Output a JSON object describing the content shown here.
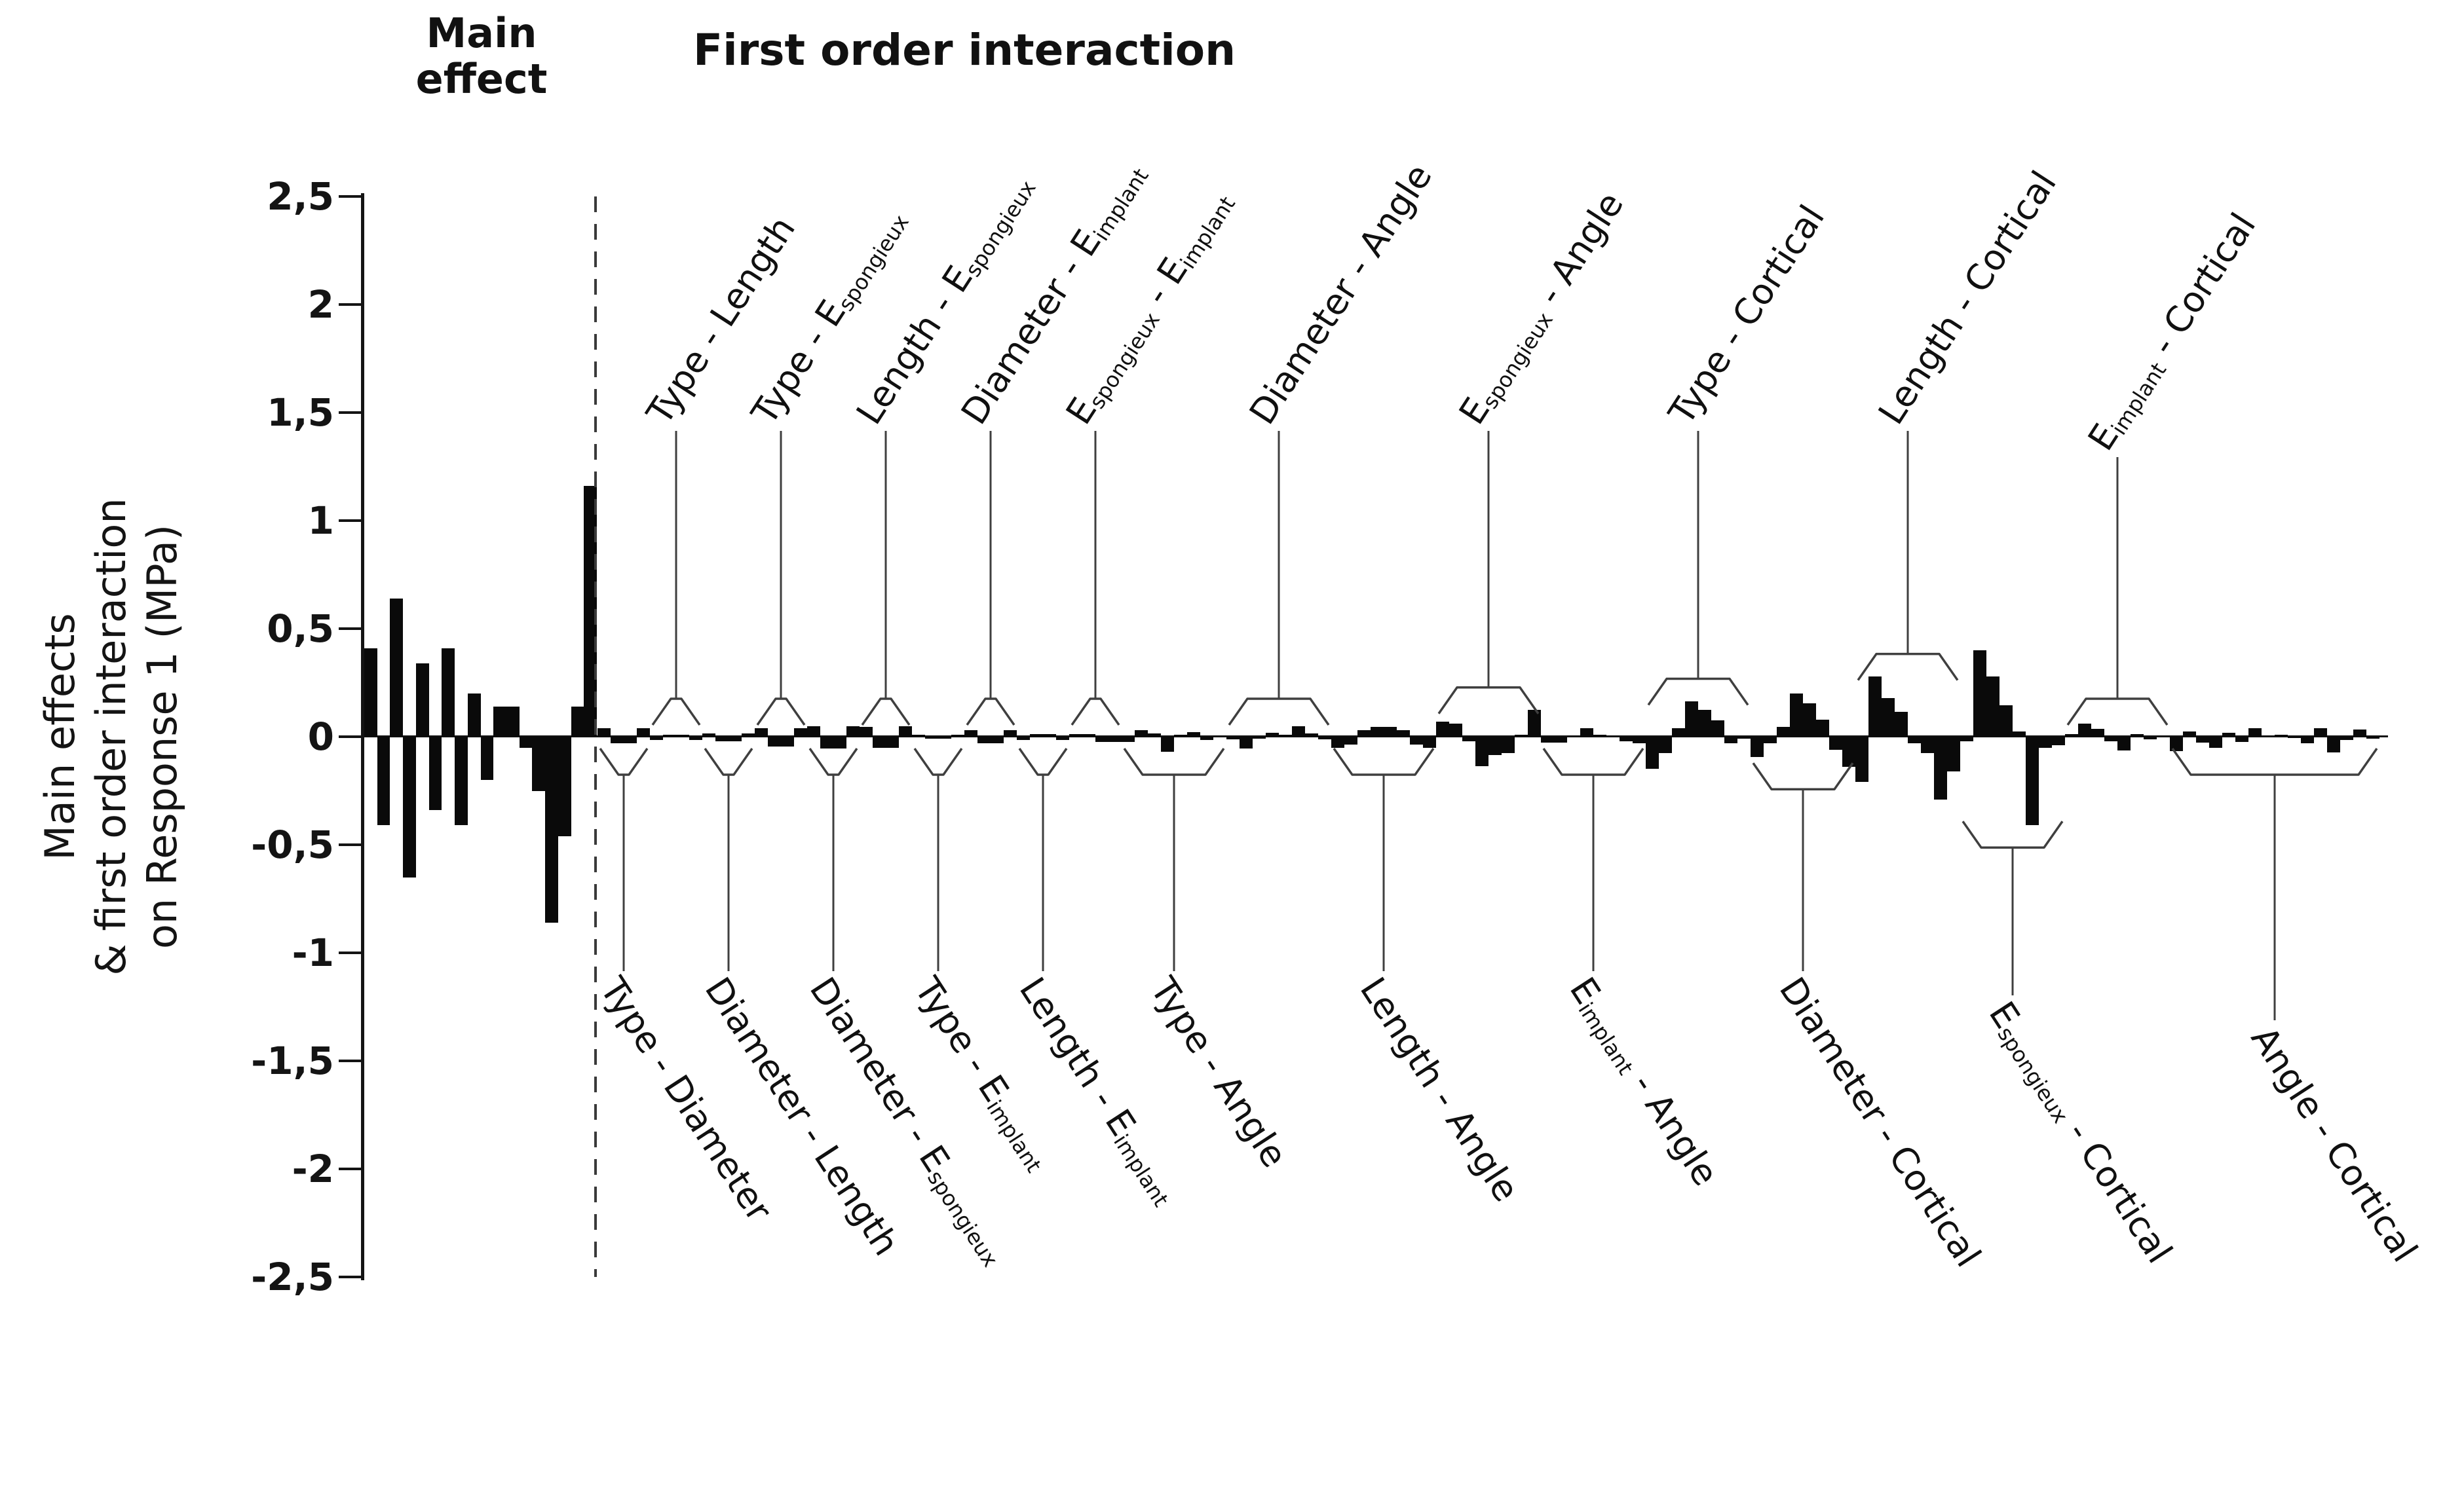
{
  "colors": {
    "background": "#ffffff",
    "bar": "#0a0a0a",
    "axis": "#141414",
    "brace": "#3f3f3f"
  },
  "y_axis": {
    "label_lines": [
      "Main effects",
      "& first order interaction",
      "on Response 1 (MPa)"
    ],
    "ticks": [
      {
        "label": "2,5",
        "value": 2.5
      },
      {
        "label": "2",
        "value": 2
      },
      {
        "label": "1,5",
        "value": 1.5
      },
      {
        "label": "1",
        "value": 1
      },
      {
        "label": "0,5",
        "value": 0.5
      },
      {
        "label": "0",
        "value": 0
      },
      {
        "label": "-0,5",
        "value": -0.5
      },
      {
        "label": "-1",
        "value": -1
      },
      {
        "label": "-1,5",
        "value": -1.5
      },
      {
        "label": "-2",
        "value": -2
      },
      {
        "label": "-2,5",
        "value": -2.5
      }
    ]
  },
  "chart_data": {
    "type": "bar",
    "title": "",
    "xlabel": "",
    "ylabel": "Main effects & first order interaction on Response 1 (MPa)",
    "ylim": [
      -2.5,
      2.5
    ],
    "grid": false,
    "legend": false,
    "sections": [
      {
        "id": "main_effect",
        "title": "Main effect",
        "title_lines": [
          "Main",
          "effect"
        ],
        "bars": [
          0.41,
          -0.41,
          0.64,
          -0.65,
          0.34,
          -0.34,
          0.41,
          -0.41,
          0.2,
          -0.2,
          0.14,
          0.14,
          -0.05,
          -0.25,
          -0.86,
          -0.46,
          0.14,
          1.16
        ]
      },
      {
        "id": "first_order_interaction",
        "title": "First order interaction",
        "groups": [
          {
            "label": "Type - Diameter",
            "label_side": "bottom",
            "values": [
              0.04,
              -0.03,
              -0.03,
              0.04
            ]
          },
          {
            "label": "Type - Length",
            "label_side": "top",
            "values": [
              -0.015,
              0.01,
              0.01,
              -0.015
            ]
          },
          {
            "label": "Diameter - Length",
            "label_side": "bottom",
            "values": [
              0.015,
              -0.02,
              -0.02,
              0.015
            ]
          },
          {
            "label": "Type - E_{spongieux}",
            "label_side": "top",
            "values": [
              0.04,
              -0.045,
              -0.045,
              0.04
            ]
          },
          {
            "label": "Diameter - E_{spongieux}",
            "label_side": "bottom",
            "values": [
              0.05,
              -0.055,
              -0.055,
              0.05
            ]
          },
          {
            "label": "Length - E_{spongieux}",
            "label_side": "top",
            "values": [
              0.045,
              -0.05,
              -0.05,
              0.05
            ]
          },
          {
            "label": "Type - E_{implant}",
            "label_side": "bottom",
            "values": [
              0.008,
              -0.01,
              -0.01,
              0.008
            ]
          },
          {
            "label": "Diameter - E_{implant}",
            "label_side": "top",
            "values": [
              0.03,
              -0.03,
              -0.03,
              0.03
            ]
          },
          {
            "label": "Length - E_{implant}",
            "label_side": "bottom",
            "values": [
              -0.015,
              0.013,
              0.013,
              -0.015
            ]
          },
          {
            "label": "E_{spongieux} - E_{implant}",
            "label_side": "top",
            "values": [
              0.012,
              0.012,
              -0.025,
              -0.025
            ]
          },
          {
            "label": "Type - Angle",
            "label_side": "bottom",
            "values": [
              -0.025,
              0.03,
              0.015,
              -0.07,
              0.01,
              0.02,
              -0.015,
              0.005
            ]
          },
          {
            "label": "Diameter - Angle",
            "label_side": "top",
            "values": [
              -0.012,
              -0.055,
              -0.01,
              0.018,
              0.01,
              0.048,
              0.015,
              -0.012
            ]
          },
          {
            "label": "Length - Angle",
            "label_side": "bottom",
            "values": [
              -0.05,
              -0.035,
              0.03,
              0.045,
              0.045,
              0.03,
              -0.035,
              -0.05
            ]
          },
          {
            "label": "E_{spongieux} - Angle",
            "label_side": "top",
            "values": [
              0.07,
              0.06,
              -0.02,
              -0.135,
              -0.085,
              -0.075,
              0.01,
              0.125
            ]
          },
          {
            "label": "E_{implant} - Angle",
            "label_side": "bottom",
            "values": [
              -0.027,
              -0.027,
              0.005,
              0.04,
              0.01,
              0.0,
              -0.02,
              -0.03
            ]
          },
          {
            "label": "Type - Cortical",
            "label_side": "top",
            "values": [
              -0.148,
              -0.075,
              0.04,
              0.165,
              0.125,
              0.075,
              -0.03,
              -0.01
            ]
          },
          {
            "label": "Diameter - Cortical",
            "label_side": "bottom",
            "values": [
              -0.095,
              -0.03,
              0.045,
              0.2,
              0.155,
              0.08,
              -0.06,
              -0.14
            ]
          },
          {
            "label": "Length - Cortical",
            "label_side": "top",
            "values": [
              -0.21,
              0.28,
              0.18,
              0.115,
              -0.03,
              -0.075,
              -0.29,
              -0.16
            ]
          },
          {
            "label": "E_{spongieux} - Cortical",
            "label_side": "bottom",
            "values": [
              -0.02,
              0.4,
              0.28,
              0.145,
              0.025,
              -0.41,
              -0.05,
              -0.04
            ]
          },
          {
            "label": "E_{implant} - Cortical",
            "label_side": "top",
            "values": [
              0.012,
              0.06,
              0.035,
              -0.02,
              -0.065,
              0.012,
              -0.012,
              0.005
            ]
          },
          {
            "label": "Angle - Cortical",
            "label_side": "bottom",
            "values": [
              -0.068,
              0.025,
              -0.027,
              -0.05,
              0.018,
              -0.024,
              0.04,
              0.005,
              0.008,
              -0.005,
              -0.03,
              0.04,
              -0.072,
              -0.015,
              0.033,
              -0.01
            ]
          }
        ]
      }
    ]
  }
}
